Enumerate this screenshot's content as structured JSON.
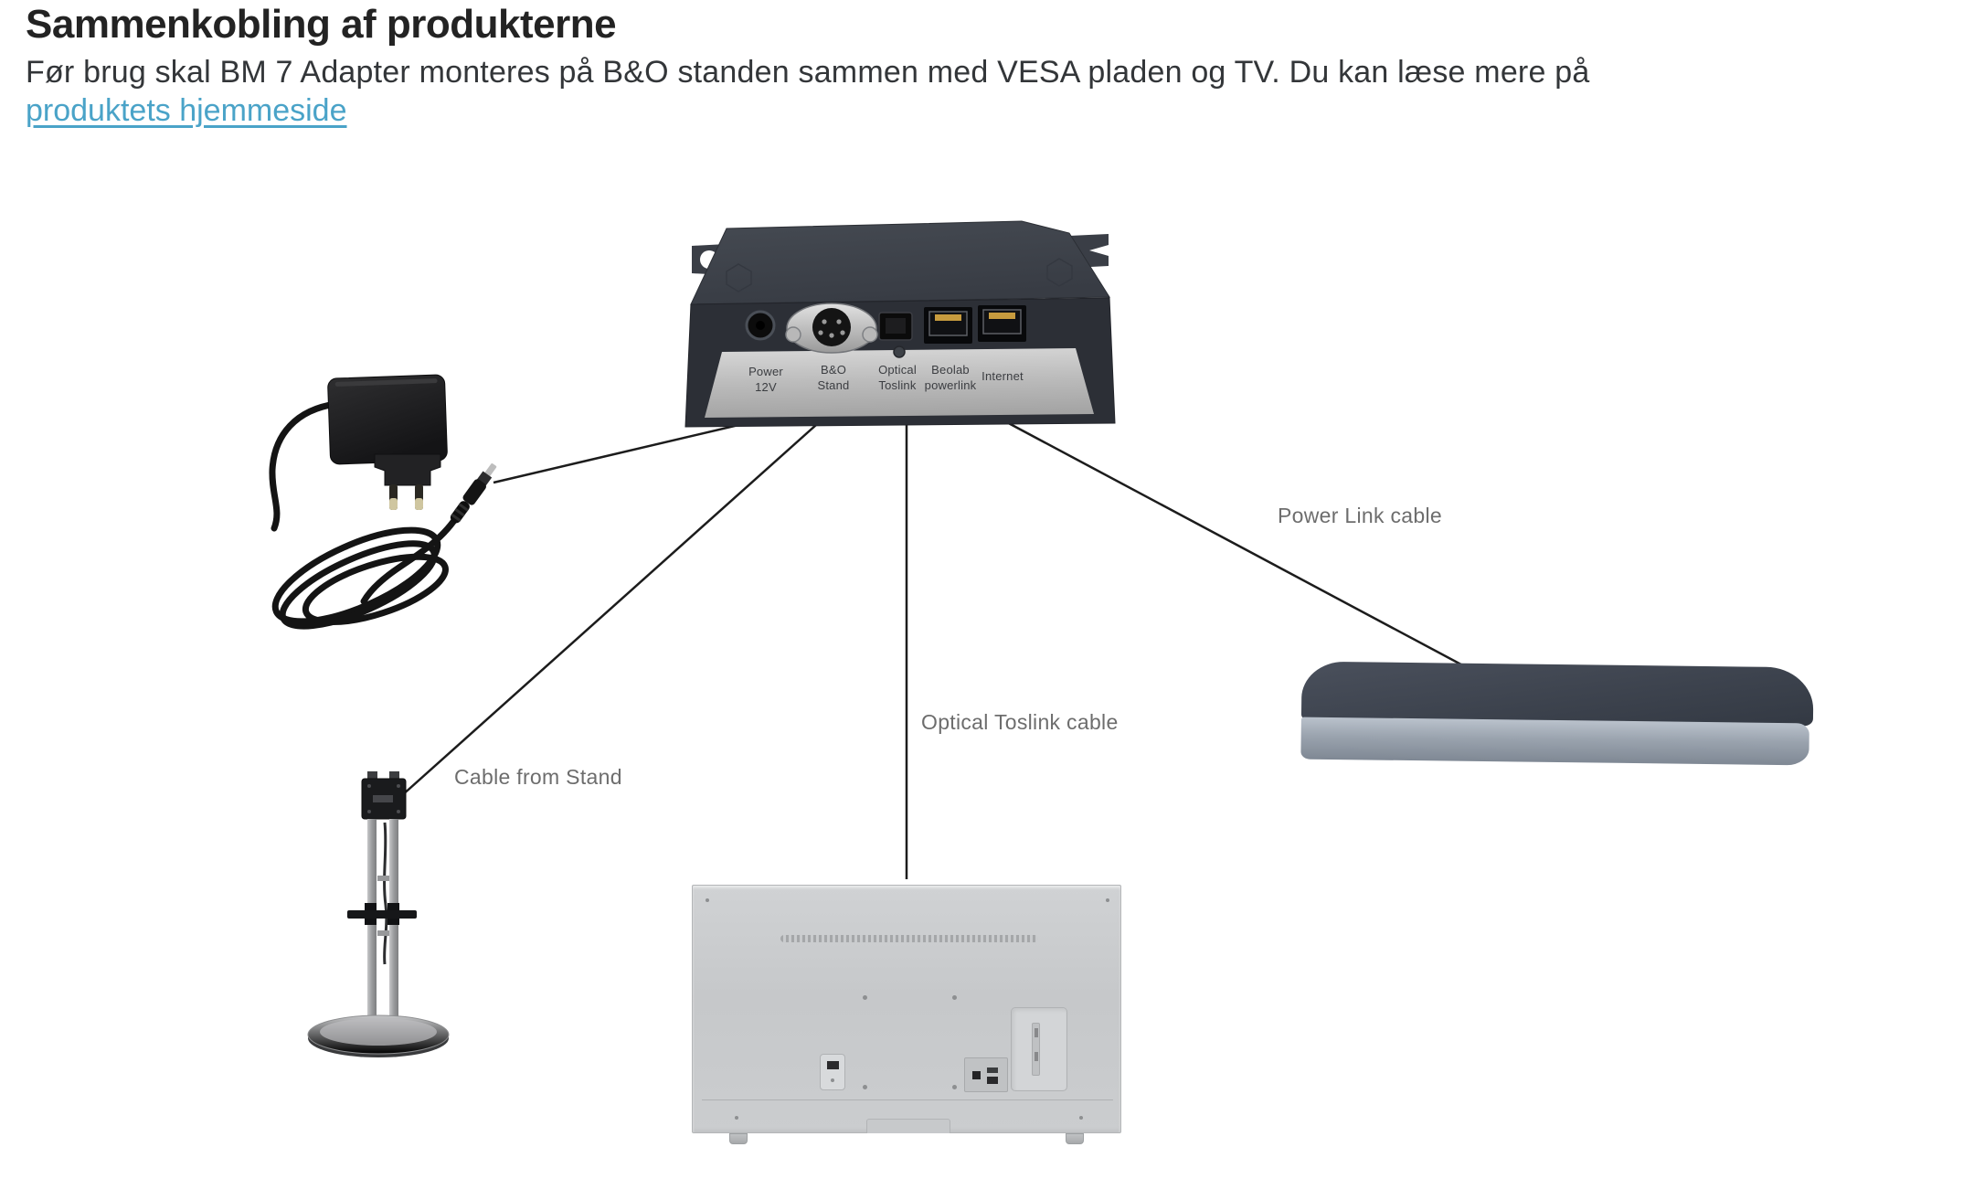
{
  "header": {
    "title": "Sammenkobling af produkterne",
    "intro_text": "Før brug skal BM 7 Adapter monteres på B&O standen sammen med VESA pladen og TV. Du kan læse mere på",
    "intro_link_text": "produktets hjemmeside"
  },
  "adapter": {
    "ports": [
      {
        "id": "power",
        "label": "Power\n12V"
      },
      {
        "id": "bo-stand",
        "label": "B&O\nStand"
      },
      {
        "id": "optical-toslink",
        "label": "Optical\nToslink"
      },
      {
        "id": "beolab-powerlink",
        "label": "Beolab\npowerlink"
      },
      {
        "id": "internet",
        "label": "Internet"
      }
    ]
  },
  "cable_labels": {
    "power_link": "Power Link cable",
    "optical_toslink": "Optical Toslink cable",
    "stand": "Cable from Stand"
  },
  "colors": {
    "link_blue": "#4aa3c8",
    "cable_label_gray": "#6d6d6d",
    "connector_line_black": "#1c1c1c",
    "adapter_dark": "#2c2f36",
    "plate_silver": "#bdbdbd"
  }
}
